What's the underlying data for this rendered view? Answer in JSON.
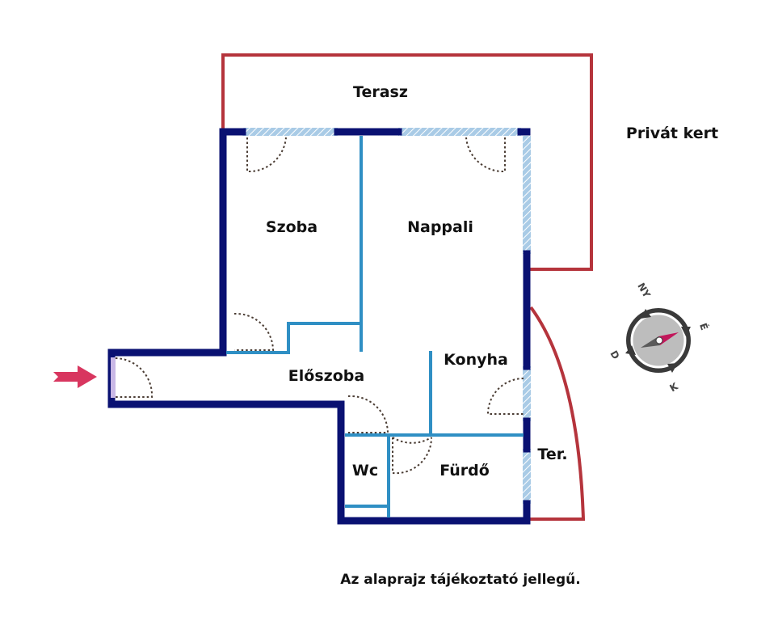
{
  "colors": {
    "wall": "#0a1172",
    "partition": "#2f8fc4",
    "window": "#a9cbe6",
    "outdoor_outline": "#b5343c",
    "entrance_arrow": "#d8365f",
    "door_swing": "#4a3c33"
  },
  "labels": {
    "terasz": "Terasz",
    "privat_kert": "Privát kert",
    "szoba": "Szoba",
    "nappali": "Nappali",
    "konyha": "Konyha",
    "eloszoba": "Előszoba",
    "wc": "Wc",
    "furdo": "Fürdő",
    "ter": "Ter."
  },
  "compass": {
    "north": "NY",
    "east": "É",
    "south": "K",
    "west": "D"
  },
  "disclaimer": "Az alaprajz tájékoztató jellegű.",
  "icons": {
    "entrance": "entrance-arrow-icon",
    "compass": "compass-icon"
  }
}
